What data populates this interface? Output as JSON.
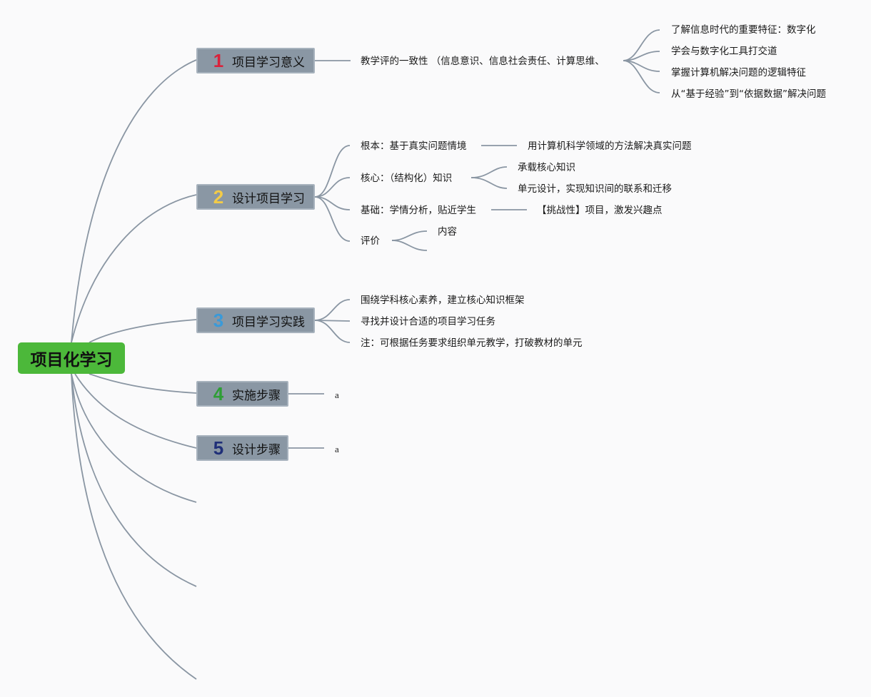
{
  "root": {
    "label": "项目化学习"
  },
  "branches": [
    {
      "number": "1",
      "number_color": "#d9223b",
      "label": "项目学习意义",
      "child": "教学评的一致性 （信息意识、信息社会责任、计算思维、",
      "grandchildren": [
        "了解信息时代的重要特征：数字化",
        "学会与数字化工具打交道",
        "掌握计算机解决问题的逻辑特征",
        "从“基于经验”到“依据数据”解决问题"
      ]
    },
    {
      "number": "2",
      "number_color": "#f3cb47",
      "label": "设计项目学习",
      "children": [
        {
          "label": "根本：基于真实问题情境",
          "sub": [
            "用计算机科学领域的方法解决真实问题"
          ]
        },
        {
          "label": "核心：（结构化）知识",
          "sub": [
            "承载核心知识",
            "单元设计，实现知识间的联系和迁移"
          ]
        },
        {
          "label": "基础：学情分析，贴近学生",
          "sub": [
            "【挑战性】项目，激发兴趣点"
          ]
        },
        {
          "label": "评价",
          "sub": [
            "内容",
            ""
          ]
        }
      ]
    },
    {
      "number": "3",
      "number_color": "#3a9ad9",
      "label": "项目学习实践",
      "children": [
        "围绕学科核心素养，建立核心知识框架",
        "寻找并设计合适的项目学习任务",
        "注：可根据任务要求组织单元教学，打破教材的单元"
      ]
    },
    {
      "number": "4",
      "number_color": "#2e9e35",
      "label": "实施步骤",
      "child": "a"
    },
    {
      "number": "5",
      "number_color": "#1f2f78",
      "label": "设计步骤",
      "child": "a"
    }
  ],
  "colors": {
    "root_fill": "#4cb83a",
    "branch_fill": "#8a97a4",
    "line": "#8a96a3"
  }
}
